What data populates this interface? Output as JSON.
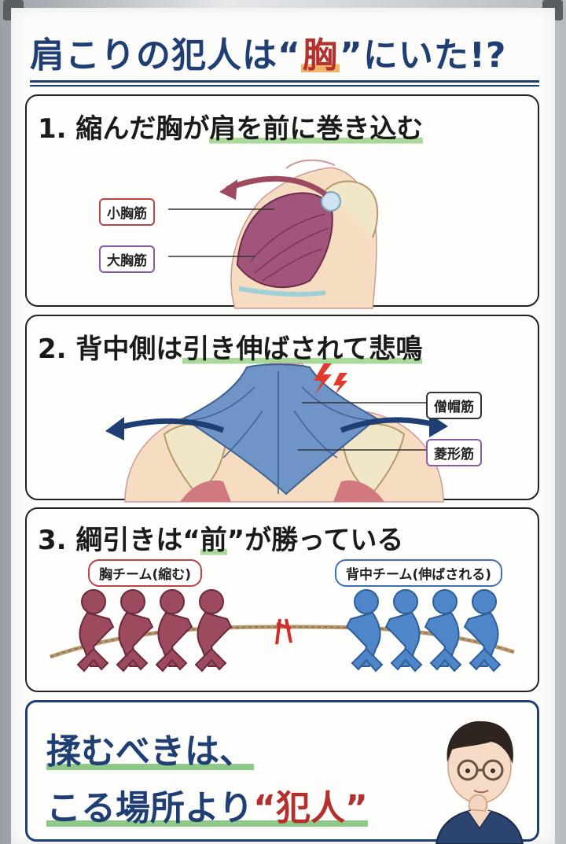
{
  "title": {
    "prefix": "肩こりの犯人は",
    "open_quote": "“",
    "highlight": "胸",
    "close_quote": "”",
    "suffix": "にいた!?"
  },
  "panels": [
    {
      "number": "1.",
      "heading_pre": "縮んだ胸が",
      "heading_u": "肩を前に巻き込む",
      "labels": [
        "小胸筋",
        "大胸筋"
      ]
    },
    {
      "number": "2.",
      "heading_pre": "背中側は",
      "heading_u": "引き伸ばされて悲鳴",
      "labels": [
        "僧帽筋",
        "菱形筋"
      ]
    },
    {
      "number": "3.",
      "heading_pre": "綱引きは“",
      "heading_u": "前",
      "heading_post": "”が勝っている",
      "teams": [
        "胸チーム(縮む)",
        "背中チーム(伸ばされる)"
      ]
    }
  ],
  "final": {
    "line1": "揉むべきは、",
    "line2_pre": "こる場所より",
    "line2_hl": "“犯人”"
  },
  "colors": {
    "navy": "#1f3f74",
    "red_team": "#9e4a5e",
    "blue_team": "#4f86c9",
    "chest_muscle": "#a2557a",
    "back_muscle": "#6f95c8"
  }
}
